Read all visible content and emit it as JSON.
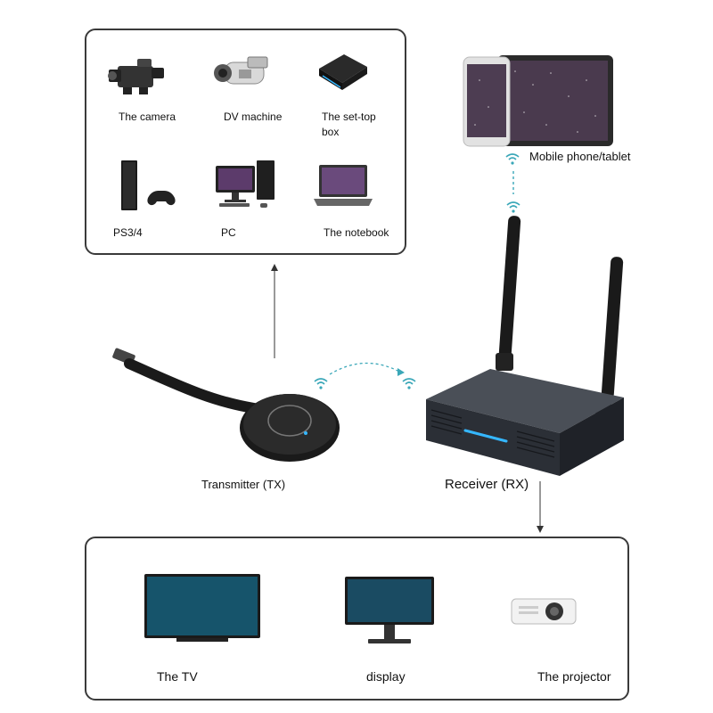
{
  "sources": {
    "camera": "The camera",
    "dv": "DV machine",
    "settop": "The set-top\nbox",
    "ps": "PS3/4",
    "pc": "PC",
    "notebook": "The notebook"
  },
  "mobile": "Mobile phone/tablet",
  "transmitter": "Transmitter (TX)",
  "receiver": "Receiver (RX)",
  "outputs": {
    "tv": "The TV",
    "display": "display",
    "projector": "The projector"
  },
  "colors": {
    "frame": "#3a3a3a",
    "wifi": "#3aa7b8",
    "led": "#35b7ff",
    "device": "#2b2f36"
  }
}
